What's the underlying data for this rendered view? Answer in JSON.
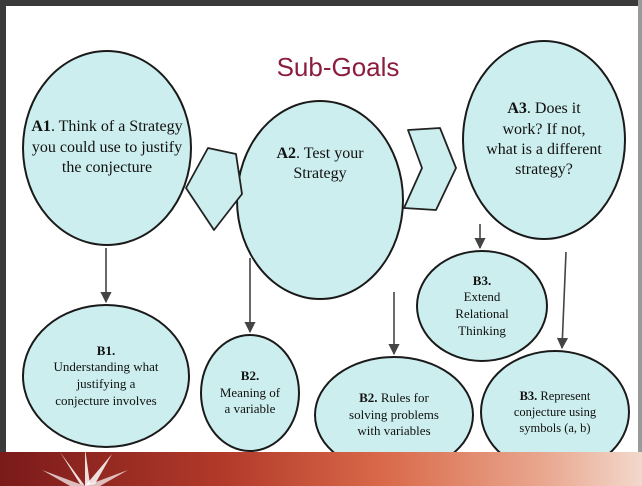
{
  "title": "Sub-Goals",
  "colors": {
    "node_fill": "#cdeeee",
    "title": "#8b1e3f",
    "footer_dark": "#7a1a1a",
    "footer_light": "#f3d8cc"
  },
  "nodes": {
    "a1": {
      "label": "A1",
      "text": ". Think of a Strategy you could use to justify the conjecture"
    },
    "a2": {
      "label": "A2",
      "text": ". Test your Strategy"
    },
    "a3": {
      "label": "A3",
      "text": ". Does it work? If not, what is a different strategy?"
    },
    "b1": {
      "label": "B1.",
      "text": "Understanding what justifying a conjecture involves"
    },
    "b2_meaning": {
      "label": "B2.",
      "text": "Meaning of a variable"
    },
    "b2_rules": {
      "label": "B2.",
      "text": " Rules for solving problems with variables"
    },
    "b3_extend": {
      "label": "B3.",
      "text": "Extend Relational Thinking"
    },
    "b3_represent": {
      "label": "B3.",
      "text": " Represent conjecture using symbols (a, b)"
    }
  }
}
